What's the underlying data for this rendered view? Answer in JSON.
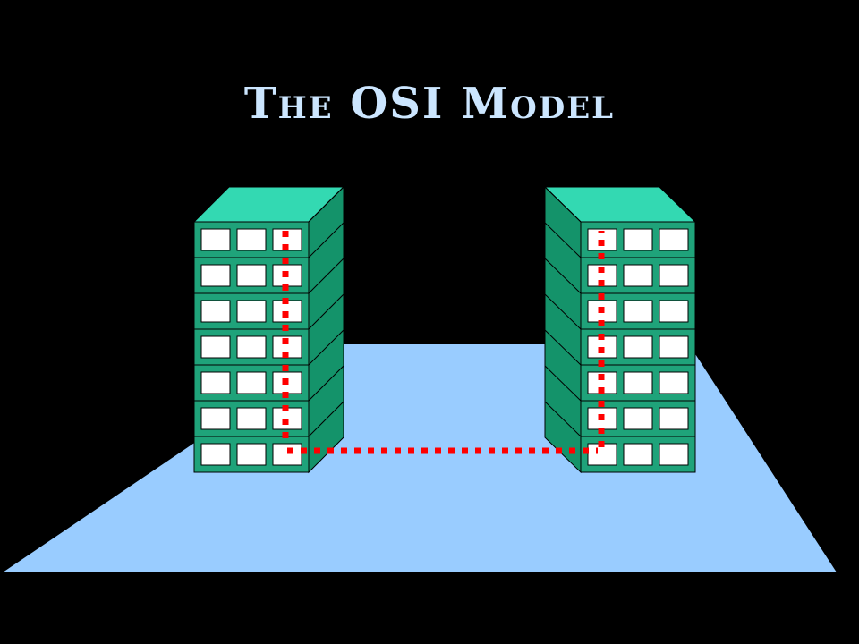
{
  "title": "The OSI Model",
  "colors": {
    "background": "#000000",
    "title": "#cce6ff",
    "floor": "#99ccff",
    "stack_face": "#1fa37a",
    "stack_side": "#14936a",
    "stack_top": "#33d9b2",
    "window": "#ffffff",
    "outline": "#000000",
    "path": "#ff0000"
  },
  "stacks": [
    {
      "name": "sender-stack",
      "layers": 7,
      "windows_per_layer": 3,
      "depth_side": "right"
    },
    {
      "name": "receiver-stack",
      "layers": 7,
      "windows_per_layer": 3,
      "depth_side": "left"
    }
  ]
}
